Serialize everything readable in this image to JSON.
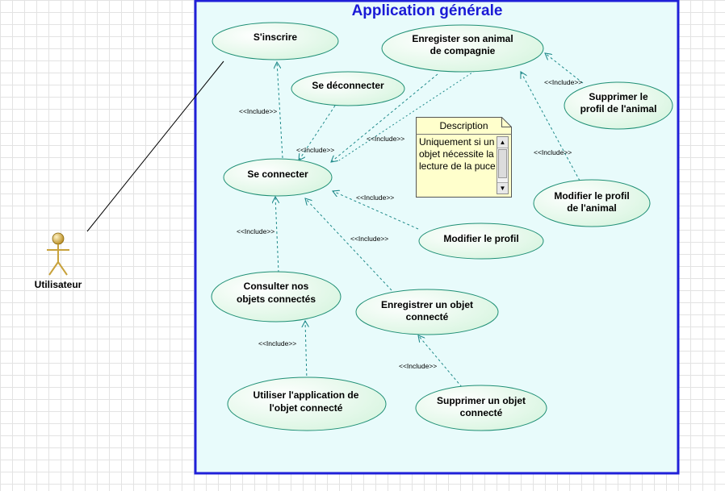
{
  "system": {
    "title": "Application générale"
  },
  "actor": {
    "label": "Utilisateur"
  },
  "use_cases": {
    "inscrire": [
      "S'inscrire"
    ],
    "deconnecter": [
      "Se déconnecter"
    ],
    "enregistrer_animal": [
      "Enregister son animal",
      "de compagnie"
    ],
    "supprimer_profil_animal": [
      "Supprimer le",
      "profil de l'animal"
    ],
    "se_connecter": [
      "Se connecter"
    ],
    "modifier_profil_animal": [
      "Modifier le profil",
      "de l'animal"
    ],
    "modifier_profil": [
      "Modifier le profil"
    ],
    "consulter_objets": [
      "Consulter nos",
      "objets connectés"
    ],
    "enregistrer_objet": [
      "Enregistrer un objet",
      "connecté"
    ],
    "utiliser_application": [
      "Utiliser l'application de",
      "l'objet connecté"
    ],
    "supprimer_objet": [
      "Supprimer un objet",
      "connecté"
    ]
  },
  "relation_label": "<<Include>>",
  "note": {
    "title": "Description",
    "body": "Uniquement si un objet nécessite la lecture de la puce"
  },
  "colors": {
    "system_border": "#2020d8",
    "system_fill": "#e8fbfb",
    "use_case_border": "#1f8f75",
    "use_case_fill": "#e9fbee",
    "dependency_line": "#1f8a8a",
    "note_fill": "#ffffcc",
    "actor_head": "#c8a23c",
    "actor_body": "#c8a23c"
  }
}
